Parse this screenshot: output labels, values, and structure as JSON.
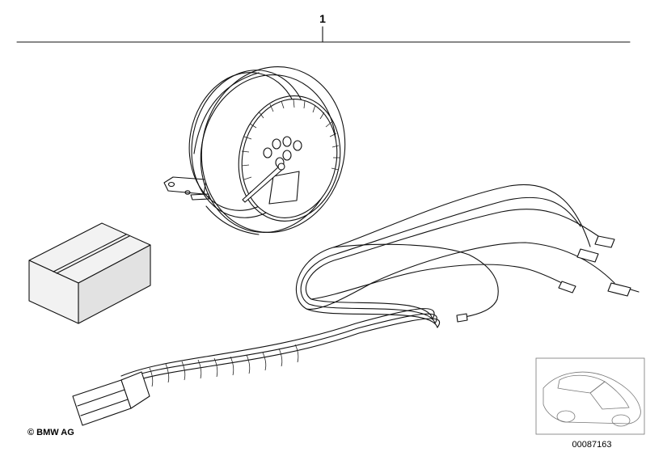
{
  "callout_number": "1",
  "copyright": "© BMW AG",
  "reference_number": "00087163",
  "parts": [
    {
      "id": "speedometer",
      "icon": "speedometer-icon"
    },
    {
      "id": "package-box",
      "icon": "box-icon"
    },
    {
      "id": "wiring-harness",
      "icon": "wiring-harness-icon"
    },
    {
      "id": "vehicle-thumbnail",
      "icon": "car-icon"
    }
  ]
}
